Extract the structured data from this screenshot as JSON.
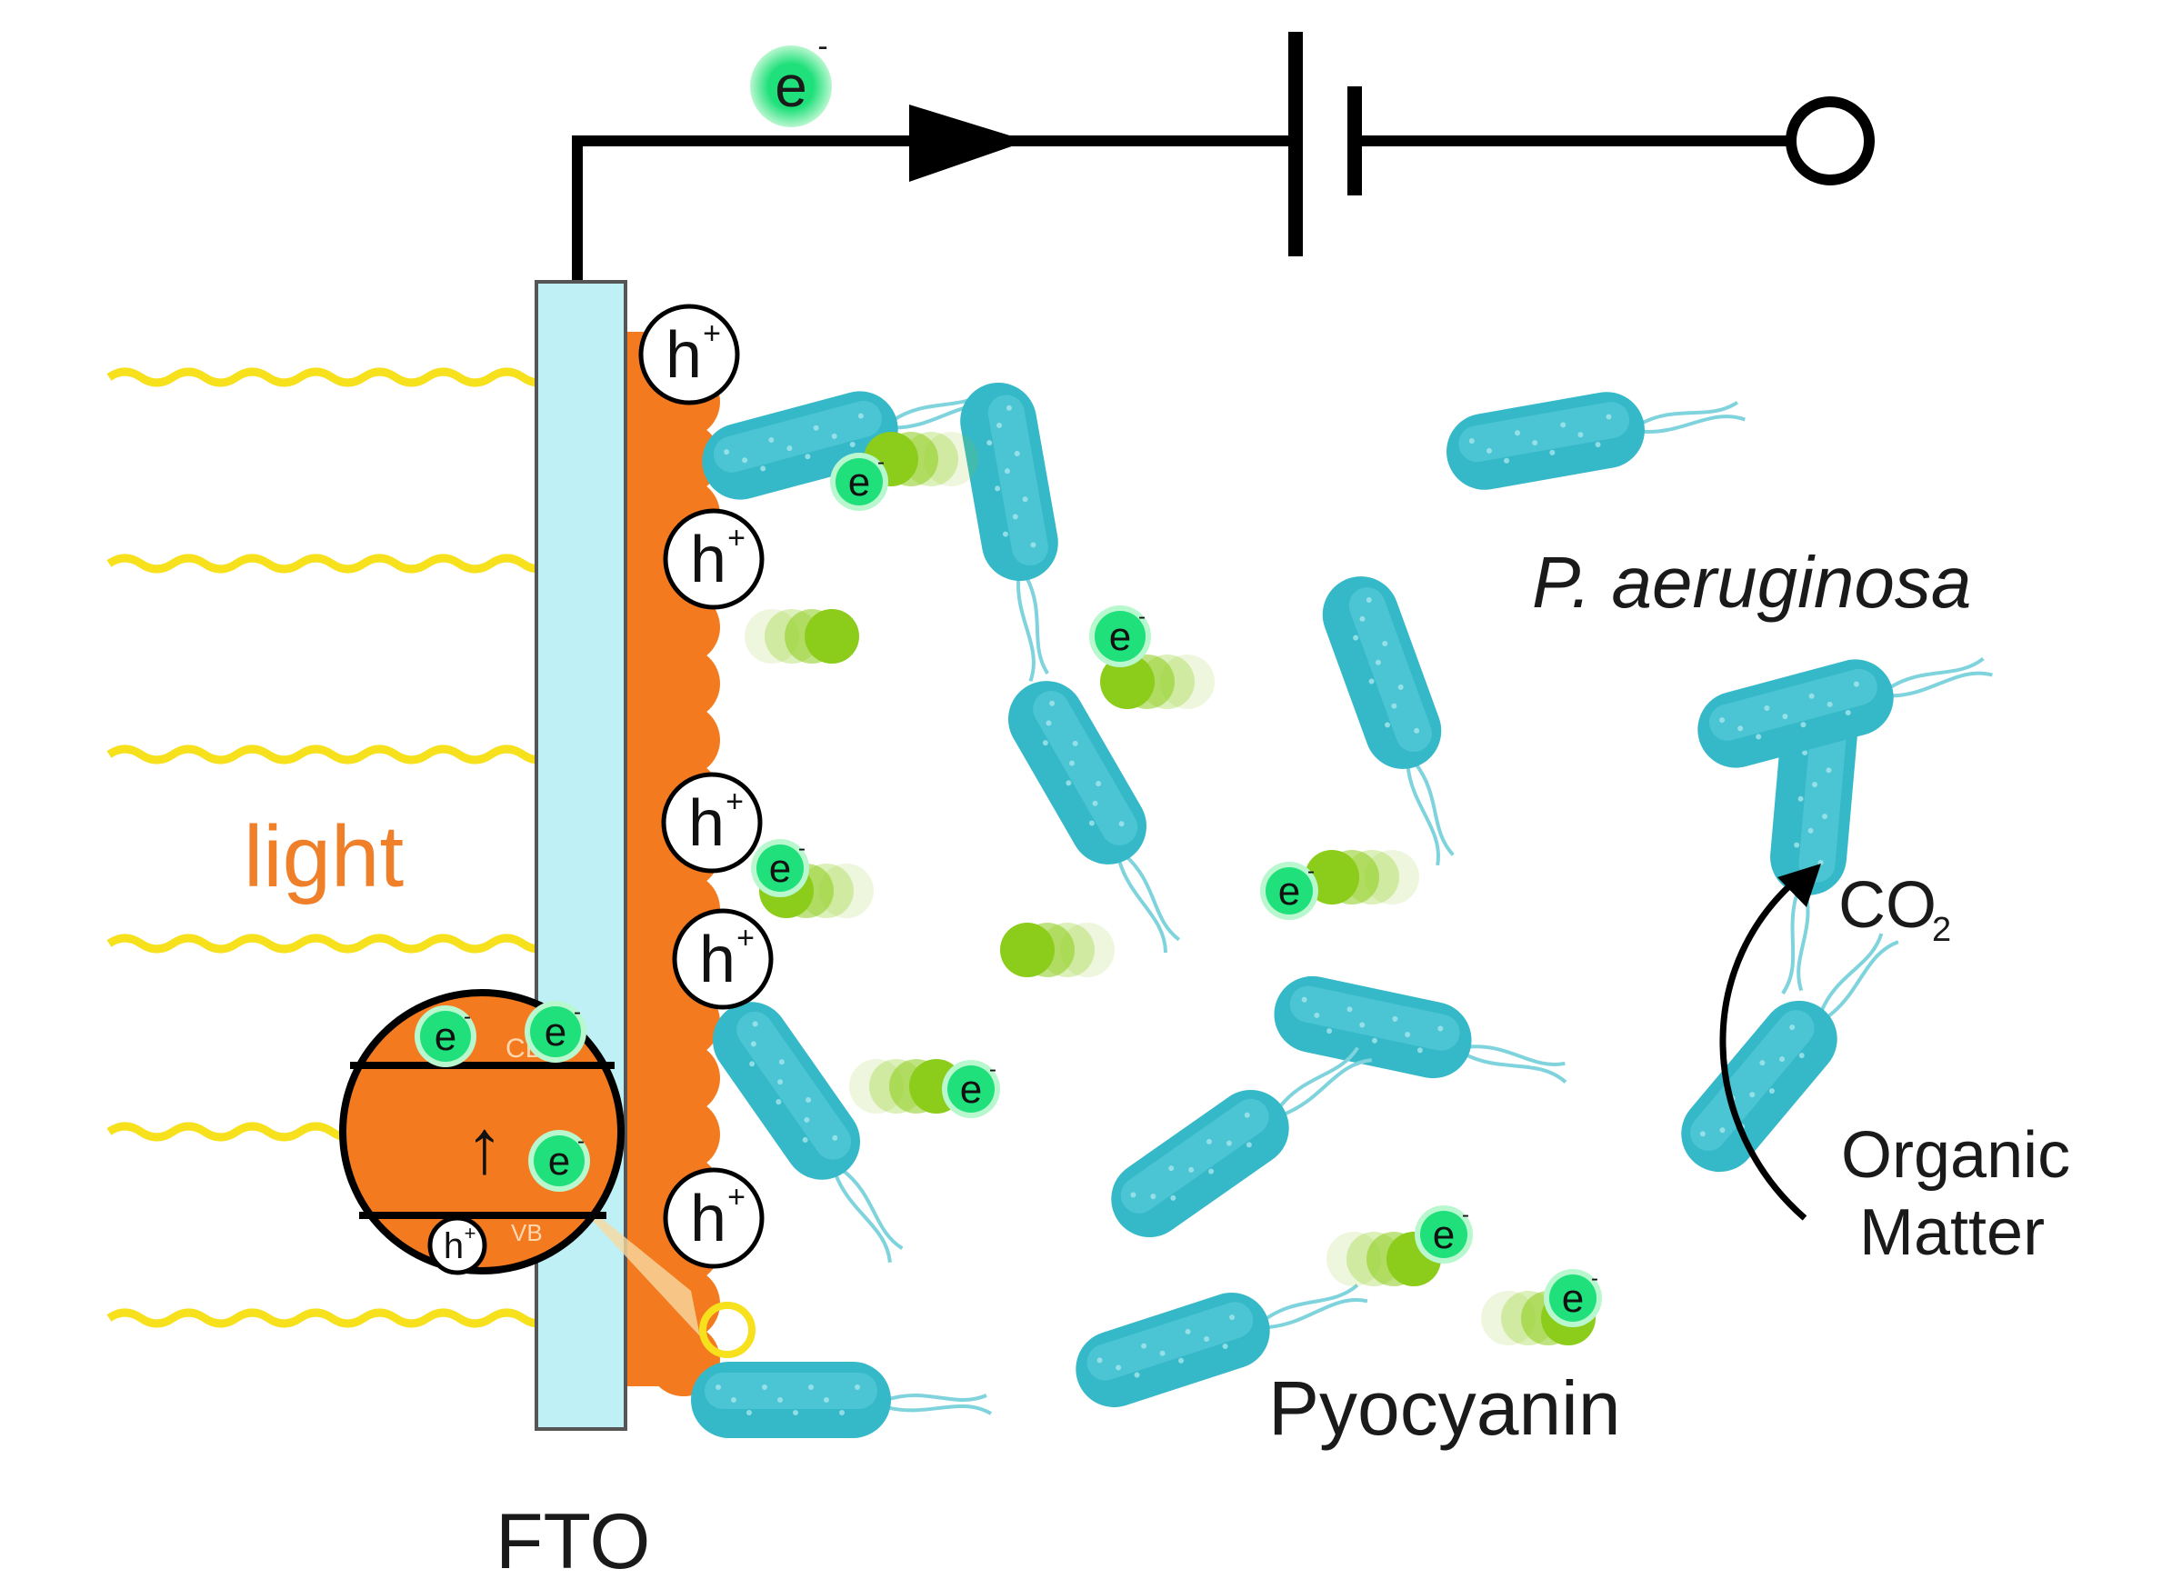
{
  "labels": {
    "light": "light",
    "fto": "FTO",
    "species": "P. aeruginosa",
    "pyocyanin": "Pyocyanin",
    "co2_main": "CO",
    "co2_sub": "2",
    "organic_line1": "Organic",
    "organic_line2": "Matter",
    "cb": "CB",
    "vb": "VB"
  },
  "symbols": {
    "electron": "e",
    "electron_sup": "-",
    "hole": "h",
    "hole_sup": "+",
    "up_arrow": "↑"
  },
  "colors": {
    "light_wave": "#f7e01c",
    "light_text": "#f07f2a",
    "fto_glass": "#bff0f5",
    "semiconductor": "#f47a20",
    "bacteria": "#35b8c8",
    "bacteria_dark": "#1f97a8",
    "electron_green": "#1fe07a",
    "pyocyanin_green": "#8ccc1a",
    "wire": "#000000"
  }
}
